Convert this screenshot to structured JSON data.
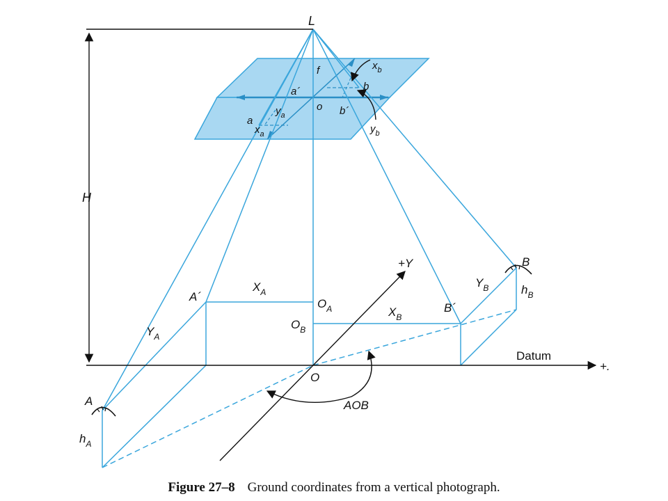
{
  "labels": {
    "L": "L",
    "f": "f",
    "a_prime": "a´",
    "o_small": "o",
    "b_prime": "b´",
    "b_small": "b",
    "a_small": "a",
    "x_b": "x",
    "x_b_sub": "b",
    "y_b": "y",
    "y_b_sub": "b",
    "y_a": "y",
    "y_a_sub": "a",
    "x_a": "x",
    "x_a_sub": "a",
    "H": "H",
    "plus_Y": "+Y",
    "B": "B",
    "Y_B": "Y",
    "Y_B_sub": "B",
    "h_B": "h",
    "h_B_sub": "B",
    "A_prime": "A´",
    "X_A": "X",
    "X_A_sub": "A",
    "O_A": "O",
    "O_A_sub": "A",
    "X_B": "X",
    "X_B_sub": "B",
    "B_prime": "B´",
    "O_B": "O",
    "O_B_sub": "B",
    "Y_A": "Y",
    "Y_A_sub": "A",
    "Datum": "Datum",
    "plus_X": "+.",
    "O": "O",
    "A": "A",
    "AOB": "AOB",
    "h_A": "h",
    "h_A_sub": "A"
  },
  "caption": {
    "number": "Figure 27–8",
    "text": "Ground coordinates from a vertical photograph."
  },
  "colors": {
    "line": "#3aa6dc",
    "plane_fill": "#a9d8f2",
    "plane_edge": "#3aa6dc",
    "black": "#111111"
  }
}
